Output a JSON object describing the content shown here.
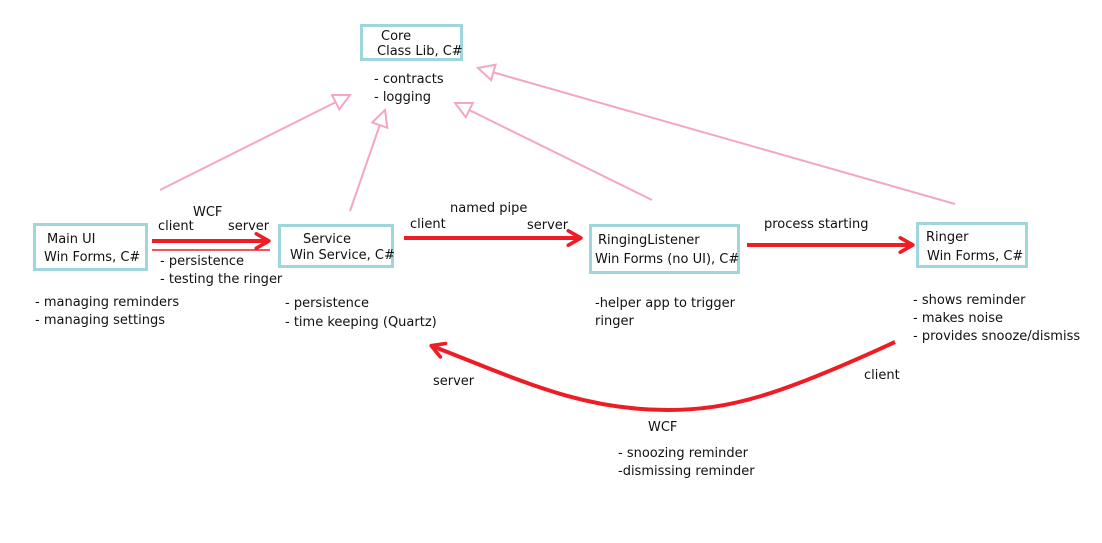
{
  "colors": {
    "inheritance_arrow": "#f4a7c0",
    "flow_arrow": "#ee1c24",
    "box_border": "#9fd6de"
  },
  "nodes": {
    "core": {
      "line1": "Core",
      "line2": "Class Lib, C#",
      "notes": [
        "- contracts",
        "- logging"
      ]
    },
    "main_ui": {
      "line1": "Main UI",
      "line2": "Win Forms, C#",
      "notes": [
        "- managing reminders",
        "- managing settings"
      ]
    },
    "service": {
      "line1": "Service",
      "line2": "Win Service, C#",
      "notes": [
        "- persistence",
        "- time keeping (Quartz)"
      ]
    },
    "ringing_listener": {
      "line1": "RingingListener",
      "line2": "Win Forms (no UI), C#",
      "notes": [
        "-helper app to trigger",
        "ringer"
      ]
    },
    "ringer": {
      "line1": "Ringer",
      "line2": "Win Forms, C#",
      "notes": [
        "- shows reminder",
        "- makes noise",
        "- provides snooze/dismiss"
      ]
    }
  },
  "edges": {
    "mainui_service": {
      "protocol": "WCF",
      "client": "client",
      "server": "server",
      "notes": [
        "- persistence",
        "- testing the ringer"
      ]
    },
    "service_listener": {
      "protocol": "named pipe",
      "client": "client",
      "server": "server"
    },
    "listener_ringer": {
      "label": "process starting"
    },
    "ringer_service": {
      "protocol": "WCF",
      "client": "client",
      "server": "server",
      "notes": [
        "- snoozing reminder",
        "-dismissing reminder"
      ]
    }
  }
}
